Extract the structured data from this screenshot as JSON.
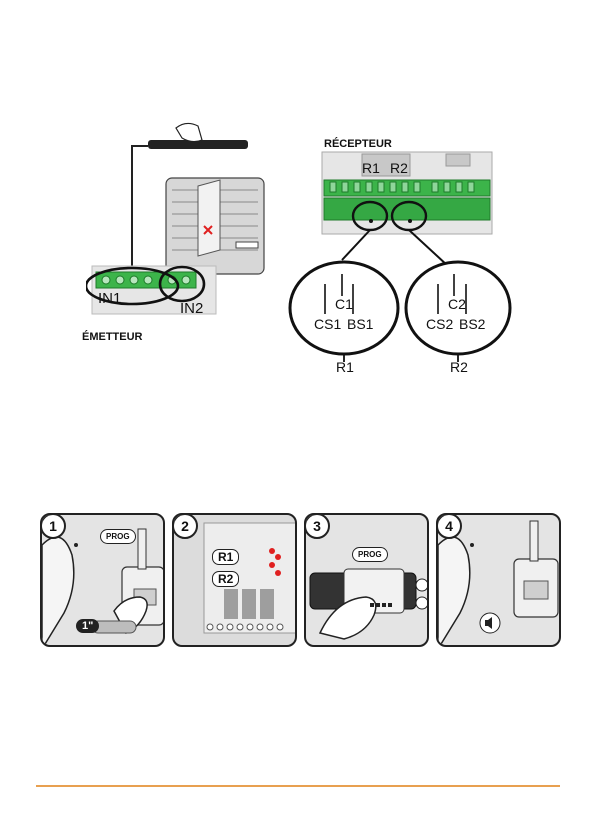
{
  "diagram": {
    "emitter_label": "ÉMETTEUR",
    "receiver_label": "RÉCEPTEUR",
    "in1": "IN1",
    "in2": "IN2",
    "r1_top": "R1",
    "r2_top": "R2",
    "c1": "C1",
    "cs1": "CS1",
    "bs1": "BS1",
    "c2": "C2",
    "cs2": "CS2",
    "bs2": "BS2",
    "r1_bottom": "R1",
    "r2_bottom": "R2"
  },
  "steps": {
    "n1": "1",
    "n2": "2",
    "n3": "3",
    "n4": "4",
    "prog1": "PROG",
    "prog3": "PROG",
    "press_duration": "1\"",
    "r1": "R1",
    "r2": "R2"
  },
  "colors": {
    "terminal_green": "#3cb44a",
    "accent_orange": "#e8a050",
    "led_red": "#e02020"
  }
}
